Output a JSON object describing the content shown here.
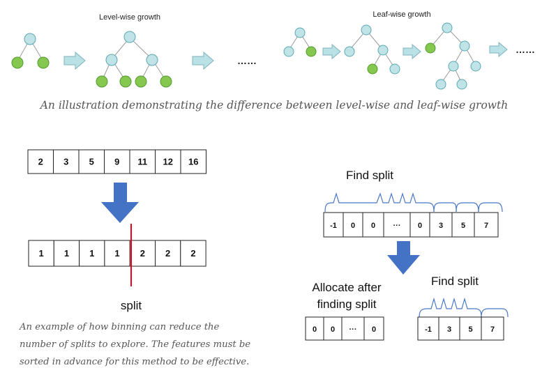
{
  "top": {
    "level_title": "Level-wise growth",
    "leaf_title": "Leaf-wise growth",
    "ellipsis_left": "……",
    "ellipsis_right": "……",
    "caption": "An illustration demonstrating the difference between level-wise and leaf-wise growth"
  },
  "binning": {
    "before_values": [
      "2",
      "3",
      "5",
      "9",
      "11",
      "12",
      "16"
    ],
    "after_values": [
      "1",
      "1",
      "1",
      "1",
      "2",
      "2",
      "2"
    ],
    "split_label": "split",
    "caption_lines": [
      "An example of how binning can reduce the",
      "number of splits to explore. The features must be",
      "sorted in advance for this method to be effective."
    ]
  },
  "sparse": {
    "find_split_top": "Find split",
    "row1": [
      "-1",
      "0",
      "0",
      "···",
      "0",
      "3",
      "5",
      "7"
    ],
    "allocate_lines": [
      "Allocate after",
      "finding split"
    ],
    "row_alloc": [
      "0",
      "0",
      "···",
      "0"
    ],
    "find_split_bottom": "Find split",
    "row_nonzero": [
      "-1",
      "3",
      "5",
      "7"
    ]
  },
  "colors": {
    "big_arrow": "#4472c4",
    "split_line": "#e8001e",
    "leaf_green": "#86c84f",
    "node_blue": "#bfe3e6",
    "brace": "#4a78c8"
  }
}
